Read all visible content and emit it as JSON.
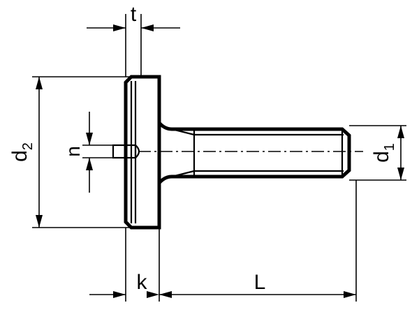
{
  "labels": {
    "t": "t",
    "n": "n",
    "d2": "d",
    "d2_sub": "2",
    "d1": "d",
    "d1_sub": "1",
    "k": "k",
    "L": "L"
  },
  "colors": {
    "ink": "#000000",
    "background": "#ffffff"
  }
}
